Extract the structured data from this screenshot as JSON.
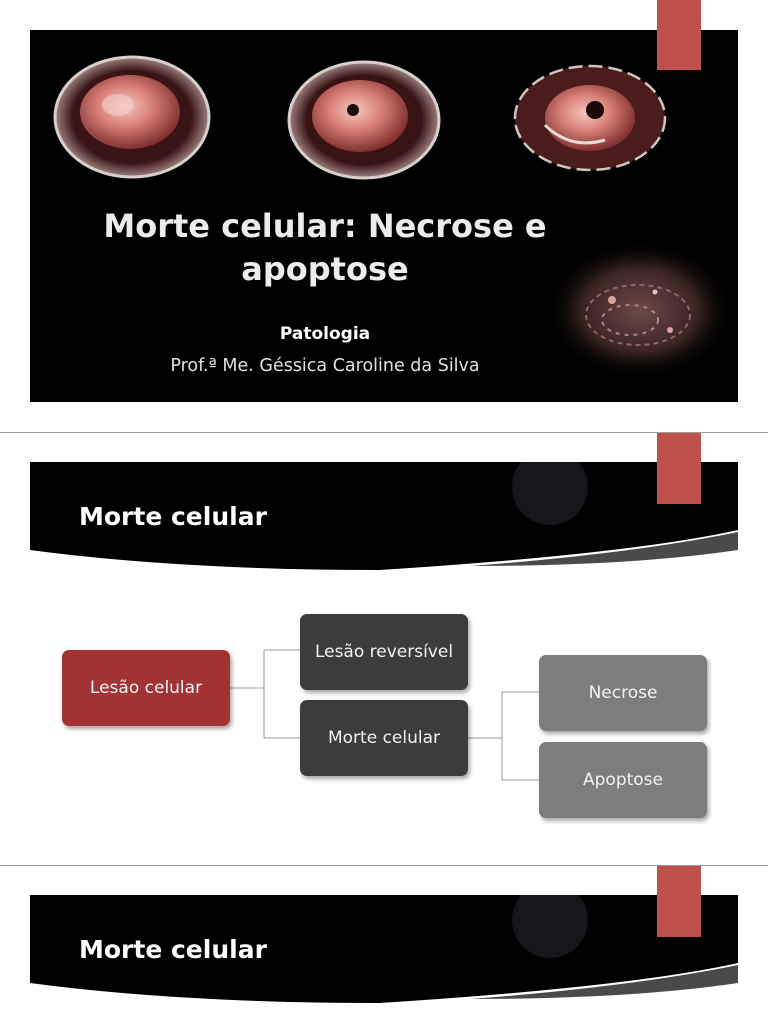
{
  "slide1": {
    "title": "Morte celular: Necrose e apoptose",
    "subject": "Patologia",
    "author": "Prof.ª Me. Géssica Caroline da Silva"
  },
  "slide2": {
    "title": "Morte celular",
    "diagram": {
      "root": "Lesão celular",
      "level1": [
        "Lesão reversível",
        "Morte celular"
      ],
      "level2": [
        "Necrose",
        "Apoptose"
      ]
    }
  },
  "slide3": {
    "title": "Morte celular"
  },
  "colors": {
    "accent": "#c0504d",
    "root_node": "#a33235",
    "level1_node": "#3c3c3c",
    "level2_node": "#7d7d7d",
    "background": "#000000"
  }
}
